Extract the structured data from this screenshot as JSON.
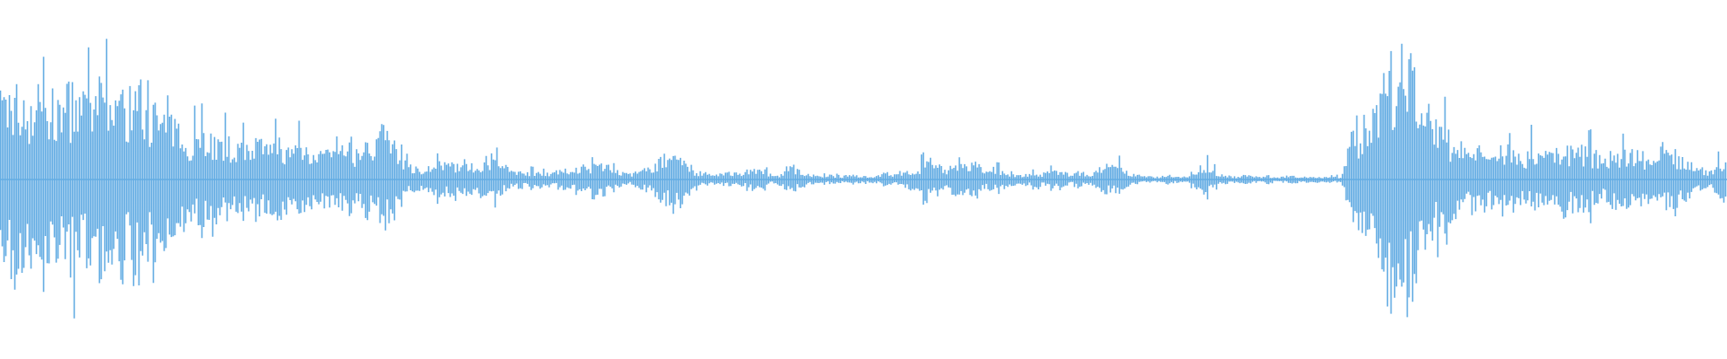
{
  "waveform": {
    "color": "#63ace3",
    "background": "#ffffff",
    "amplitude_envelope": [
      0.55,
      0.62,
      0.58,
      0.54,
      0.6,
      0.56,
      0.5,
      0.62,
      0.58,
      0.52,
      0.6,
      0.64,
      0.56,
      0.5,
      0.66,
      0.58,
      0.5,
      0.42,
      0.38,
      0.33,
      0.3,
      0.34,
      0.3,
      0.24,
      0.27,
      0.22,
      0.3,
      0.24,
      0.22,
      0.28,
      0.2,
      0.26,
      0.24,
      0.2,
      0.17,
      0.22,
      0.18,
      0.2,
      0.24,
      0.28,
      0.34,
      0.22,
      0.12,
      0.08,
      0.09,
      0.1,
      0.12,
      0.1,
      0.14,
      0.09,
      0.12,
      0.16,
      0.1,
      0.07,
      0.06,
      0.05,
      0.06,
      0.05,
      0.06,
      0.07,
      0.09,
      0.08,
      0.12,
      0.1,
      0.05,
      0.04,
      0.05,
      0.08,
      0.12,
      0.16,
      0.22,
      0.14,
      0.06,
      0.04,
      0.03,
      0.04,
      0.06,
      0.04,
      0.08,
      0.06,
      0.03,
      0.04,
      0.1,
      0.06,
      0.03,
      0.02,
      0.03,
      0.02,
      0.04,
      0.03,
      0.02,
      0.03,
      0.05,
      0.03,
      0.08,
      0.06,
      0.14,
      0.12,
      0.06,
      0.11,
      0.1,
      0.12,
      0.06,
      0.08,
      0.05,
      0.04,
      0.03,
      0.06,
      0.04,
      0.07,
      0.05,
      0.04,
      0.06,
      0.03,
      0.08,
      0.1,
      0.09,
      0.04,
      0.03,
      0.02,
      0.02,
      0.03,
      0.02,
      0.03,
      0.08,
      0.1,
      0.05,
      0.03,
      0.02,
      0.03,
      0.02,
      0.02,
      0.02,
      0.02,
      0.03,
      0.02,
      0.02,
      0.02,
      0.02,
      0.02,
      0.3,
      0.36,
      0.42,
      0.55,
      0.82,
      0.6,
      0.88,
      0.52,
      0.42,
      0.36,
      0.3,
      0.24,
      0.2,
      0.22,
      0.2,
      0.17,
      0.24,
      0.2,
      0.16,
      0.22,
      0.17,
      0.2,
      0.24,
      0.2,
      0.22,
      0.18,
      0.14,
      0.2,
      0.16,
      0.22,
      0.18,
      0.14,
      0.16,
      0.2,
      0.16,
      0.12,
      0.08,
      0.06,
      0.1,
      0.16
    ]
  }
}
